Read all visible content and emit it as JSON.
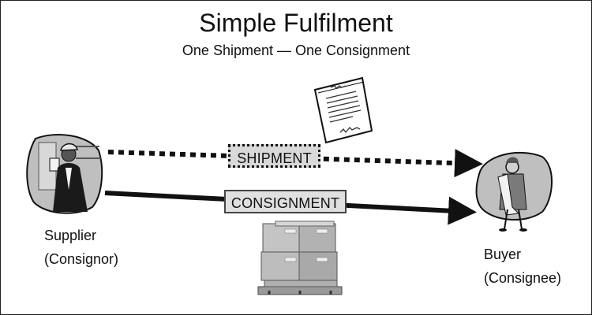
{
  "title": "Simple Fulfilment",
  "subtitle": "One Shipment — One Consignment",
  "shipment": {
    "label": "SHIPMENT",
    "line_style": "dotted"
  },
  "consignment": {
    "label": "CONSIGNMENT",
    "line_style": "solid"
  },
  "supplier": {
    "line1": "Supplier",
    "line2": "(Consignor)",
    "icon": "supplier-clipart-icon"
  },
  "buyer": {
    "line1": "Buyer",
    "line2": "(Consignee)",
    "icon": "buyer-clipart-icon"
  },
  "document_icon": "document-icon",
  "pallet_icon": "pallet-boxes-icon",
  "colors": {
    "arrow": "#111111",
    "box_fill": "#d9d9d9",
    "clipart_fill": "#bfbfbf"
  }
}
